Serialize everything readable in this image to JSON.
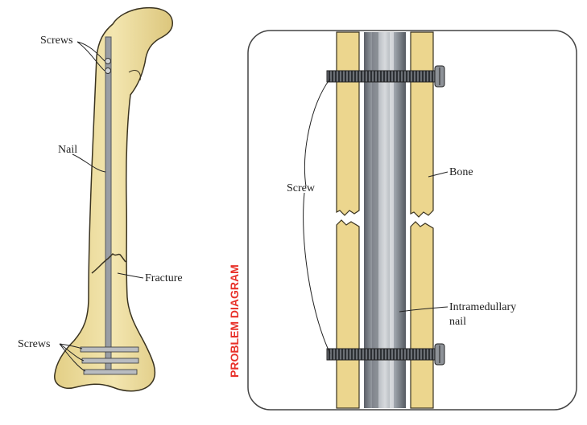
{
  "left_figure": {
    "labels": {
      "screws_top": "Screws",
      "nail": "Nail",
      "fracture": "Fracture",
      "screws_bottom": "Screws"
    }
  },
  "right_figure": {
    "side_title": "PROBLEM DIAGRAM",
    "labels": {
      "screw": "Screw",
      "bone": "Bone",
      "nail_line1": "Intramedullary",
      "nail_line2": "nail"
    }
  },
  "colors": {
    "bone_fill": "#efe0a4",
    "bone_stroke": "#3a3320",
    "nail_gray": "#8a8f96",
    "title_red": "#e8312a",
    "frame": "#444444"
  },
  "icons": [
    "femur-bone-icon",
    "intramedullary-nail-icon",
    "bone-screw-icon"
  ]
}
